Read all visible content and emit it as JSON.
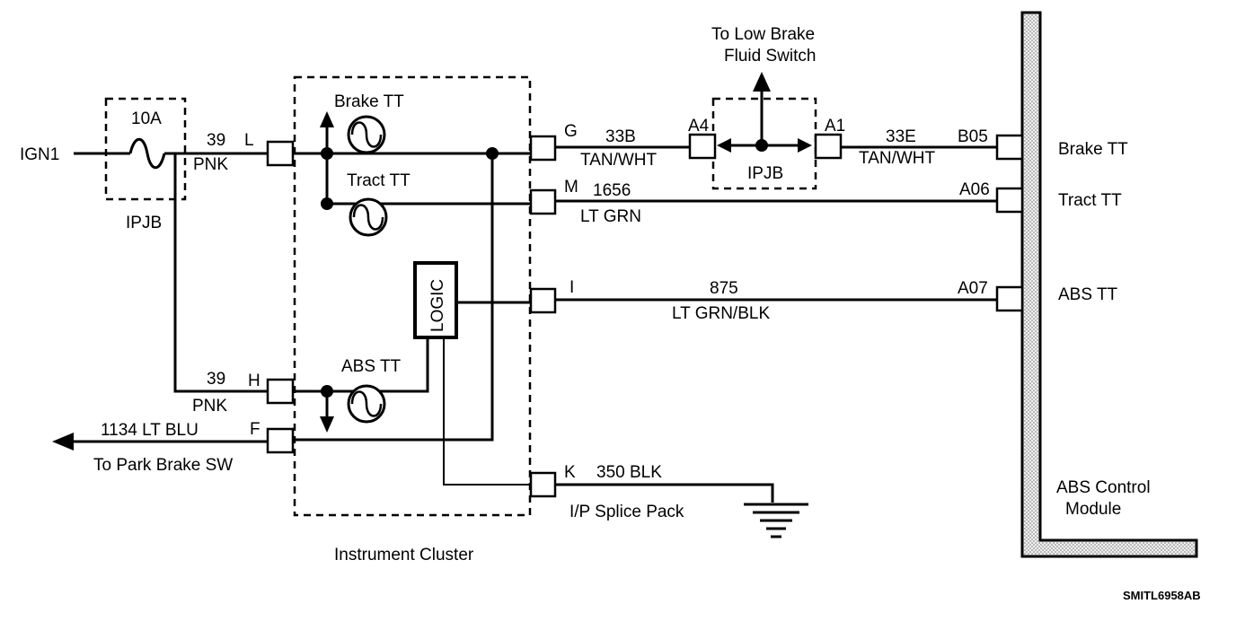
{
  "labels": {
    "ign1": "IGN1",
    "fuse_rating": "10A",
    "ipjb_left": "IPJB",
    "wire_39_top": "39",
    "pnk_top": "PNK",
    "pin_l": "L",
    "wire_39_bottom": "39",
    "pnk_bottom": "PNK",
    "pin_h": "H",
    "wire_1134": "1134 LT BLU",
    "pin_f": "F",
    "to_park_brake": "To Park Brake SW",
    "brake_tt_lamp": "Brake TT",
    "tract_tt_lamp": "Tract TT",
    "abs_tt_lamp": "ABS TT",
    "logic": "LOGIC",
    "instrument_cluster": "Instrument Cluster",
    "pin_g": "G",
    "wire_33b": "33B",
    "tan_wht_1": "TAN/WHT",
    "conn_a4": "A4",
    "to_low_brake_1": "To Low Brake",
    "to_low_brake_2": "Fluid Switch",
    "ipjb_mid": "IPJB",
    "conn_a1": "A1",
    "wire_33e": "33E",
    "tan_wht_2": "TAN/WHT",
    "pin_m": "M",
    "wire_1656": "1656",
    "lt_grn": "LT GRN",
    "pin_i": "I",
    "wire_875": "875",
    "lt_grn_blk": "LT GRN/BLK",
    "pin_k": "K",
    "wire_350": "350 BLK",
    "ip_splice": "I/P Splice Pack",
    "b05": "B05",
    "a06": "A06",
    "a07": "A07",
    "brake_tt_module": "Brake TT",
    "tract_tt_module": "Tract TT",
    "abs_tt_module": "ABS TT",
    "abs_control_1": "ABS Control",
    "abs_control_2": "Module",
    "figure_code": "SMITL6958AB"
  },
  "colors": {
    "ink": "#000000",
    "paper": "#ffffff",
    "module_fill": "#d8d8d8"
  }
}
